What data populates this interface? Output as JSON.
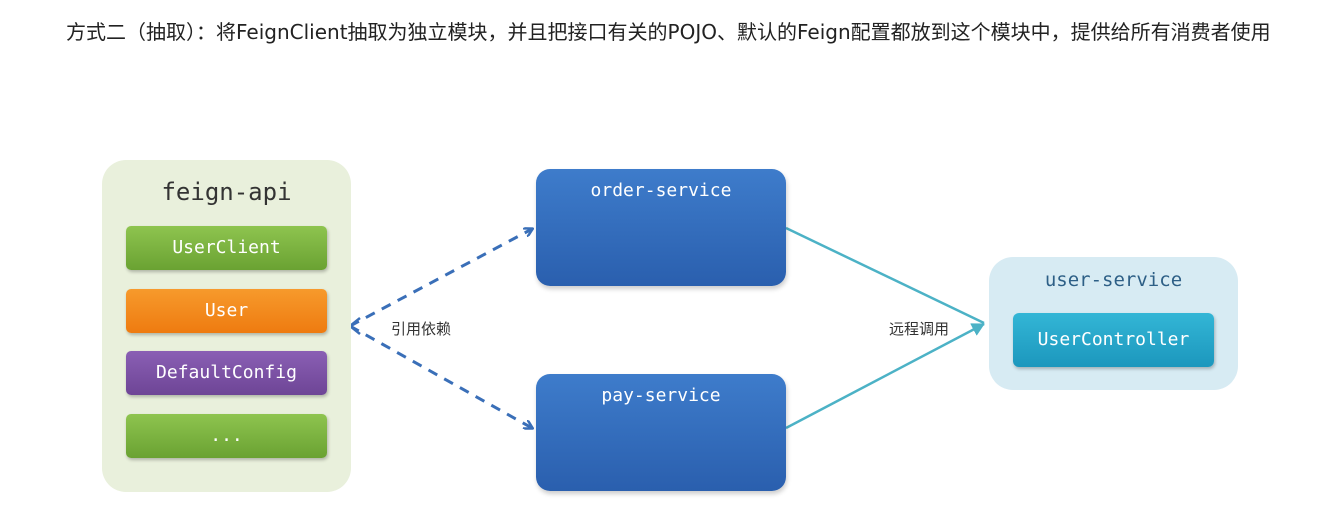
{
  "intro_text": "方式二（抽取）：将FeignClient抽取为独立模块，并且把接口有关的POJO、默认的Feign配置都放到这个模块中，提供给所有消费者使用",
  "feign_api": {
    "title": "feign-api",
    "items": [
      "UserClient",
      "User",
      "DefaultConfig",
      "..."
    ]
  },
  "services": {
    "order": "order-service",
    "pay": "pay-service"
  },
  "user_service": {
    "title": "user-service",
    "controller": "UserController"
  },
  "edges": {
    "depend_label": "引用依赖",
    "remote_label": "远程调用"
  },
  "colors": {
    "dashed_arrow": "#3a6fb8",
    "solid_arrow": "#4cb2c6",
    "green": "#7ab342",
    "orange": "#f28a1e",
    "purple": "#7b52a6",
    "service_blue": "#3670c0",
    "controller_teal": "#29a8cc"
  }
}
